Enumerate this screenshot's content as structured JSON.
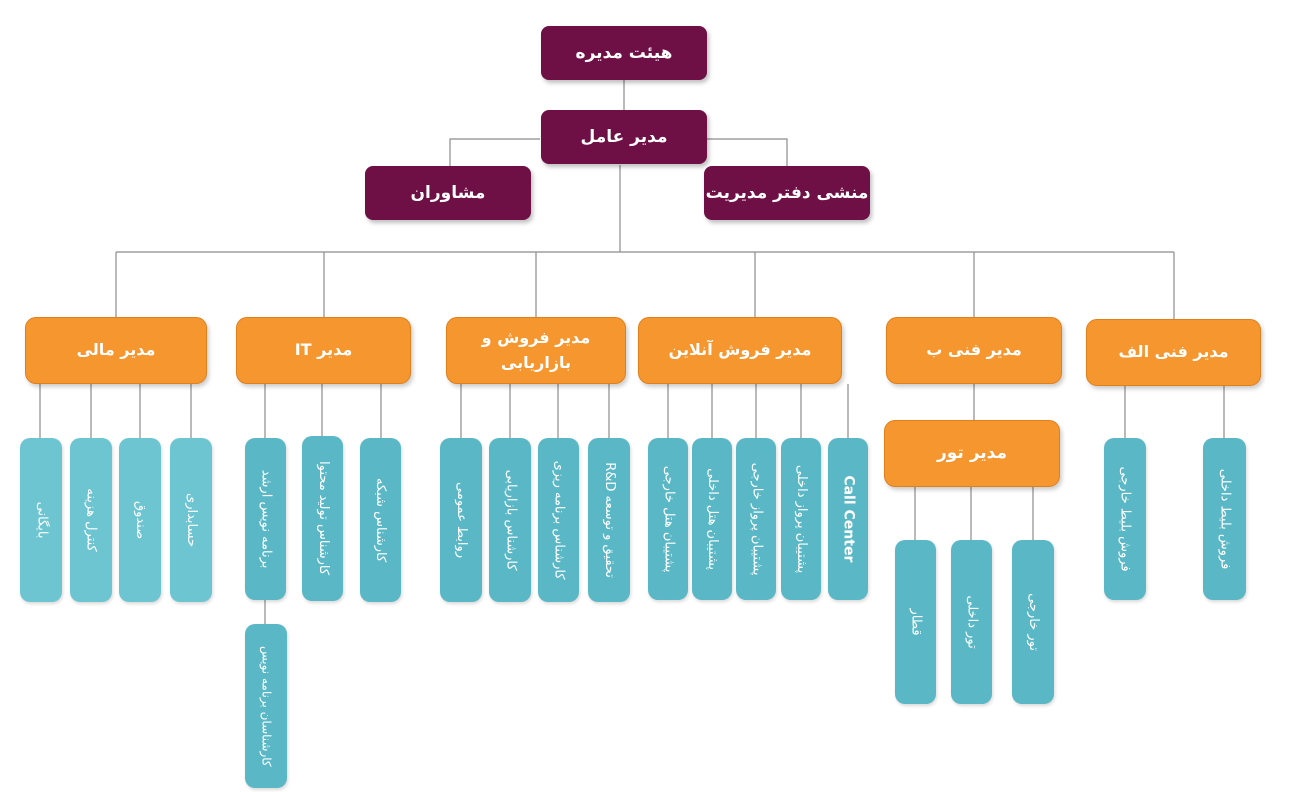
{
  "top": {
    "board": "هیئت مدیره",
    "ceo": "مدیر عامل",
    "advisors": "مشاوران",
    "secretary": "منشی دفتر مدیریت"
  },
  "managers": {
    "finance": "مدیر مالی",
    "it": "مدیر IT",
    "sales_marketing": "مدیر فروش و بازاریابی",
    "online_sales": "مدیر فروش آنلاین",
    "tech_b": "مدیر فنی ب",
    "tech_a": "مدیر فنی الف",
    "tour": "مدیر تور"
  },
  "finance_staff": [
    "بایگانی",
    "کنترل هزینه",
    "صندوق",
    "حسابداری"
  ],
  "it_staff": {
    "senior_programmer": "برنامه نویس ارشد",
    "content_expert": "کارشناس تولید محتوا",
    "network_expert": "کارشناس شبکه",
    "programmer_expert": "کارشناسان برنامه نویس"
  },
  "sales_staff": [
    "روابط عمومی",
    "کارشناس بازاریابی",
    "کارشناس برنامه ریزی",
    "تحقیق و توسعه R&D"
  ],
  "online_staff": [
    "پشتیبان هتل خارجی",
    "پشتیبان هتل داخلی",
    "پشتیبان پرواز خارجی",
    "پشتیبان پرواز داخلی",
    "Call Center"
  ],
  "tour_staff": [
    "قطار",
    "تور داخلی",
    "تور خارجی"
  ],
  "tech_a_staff": [
    "فروش بلیط خارجی",
    "فروش بلیط داخلی"
  ],
  "colors": {
    "purple": "#6e0f45",
    "orange": "#f5962f",
    "teal": "#5ab8c6",
    "line": "#8c8c8c"
  }
}
